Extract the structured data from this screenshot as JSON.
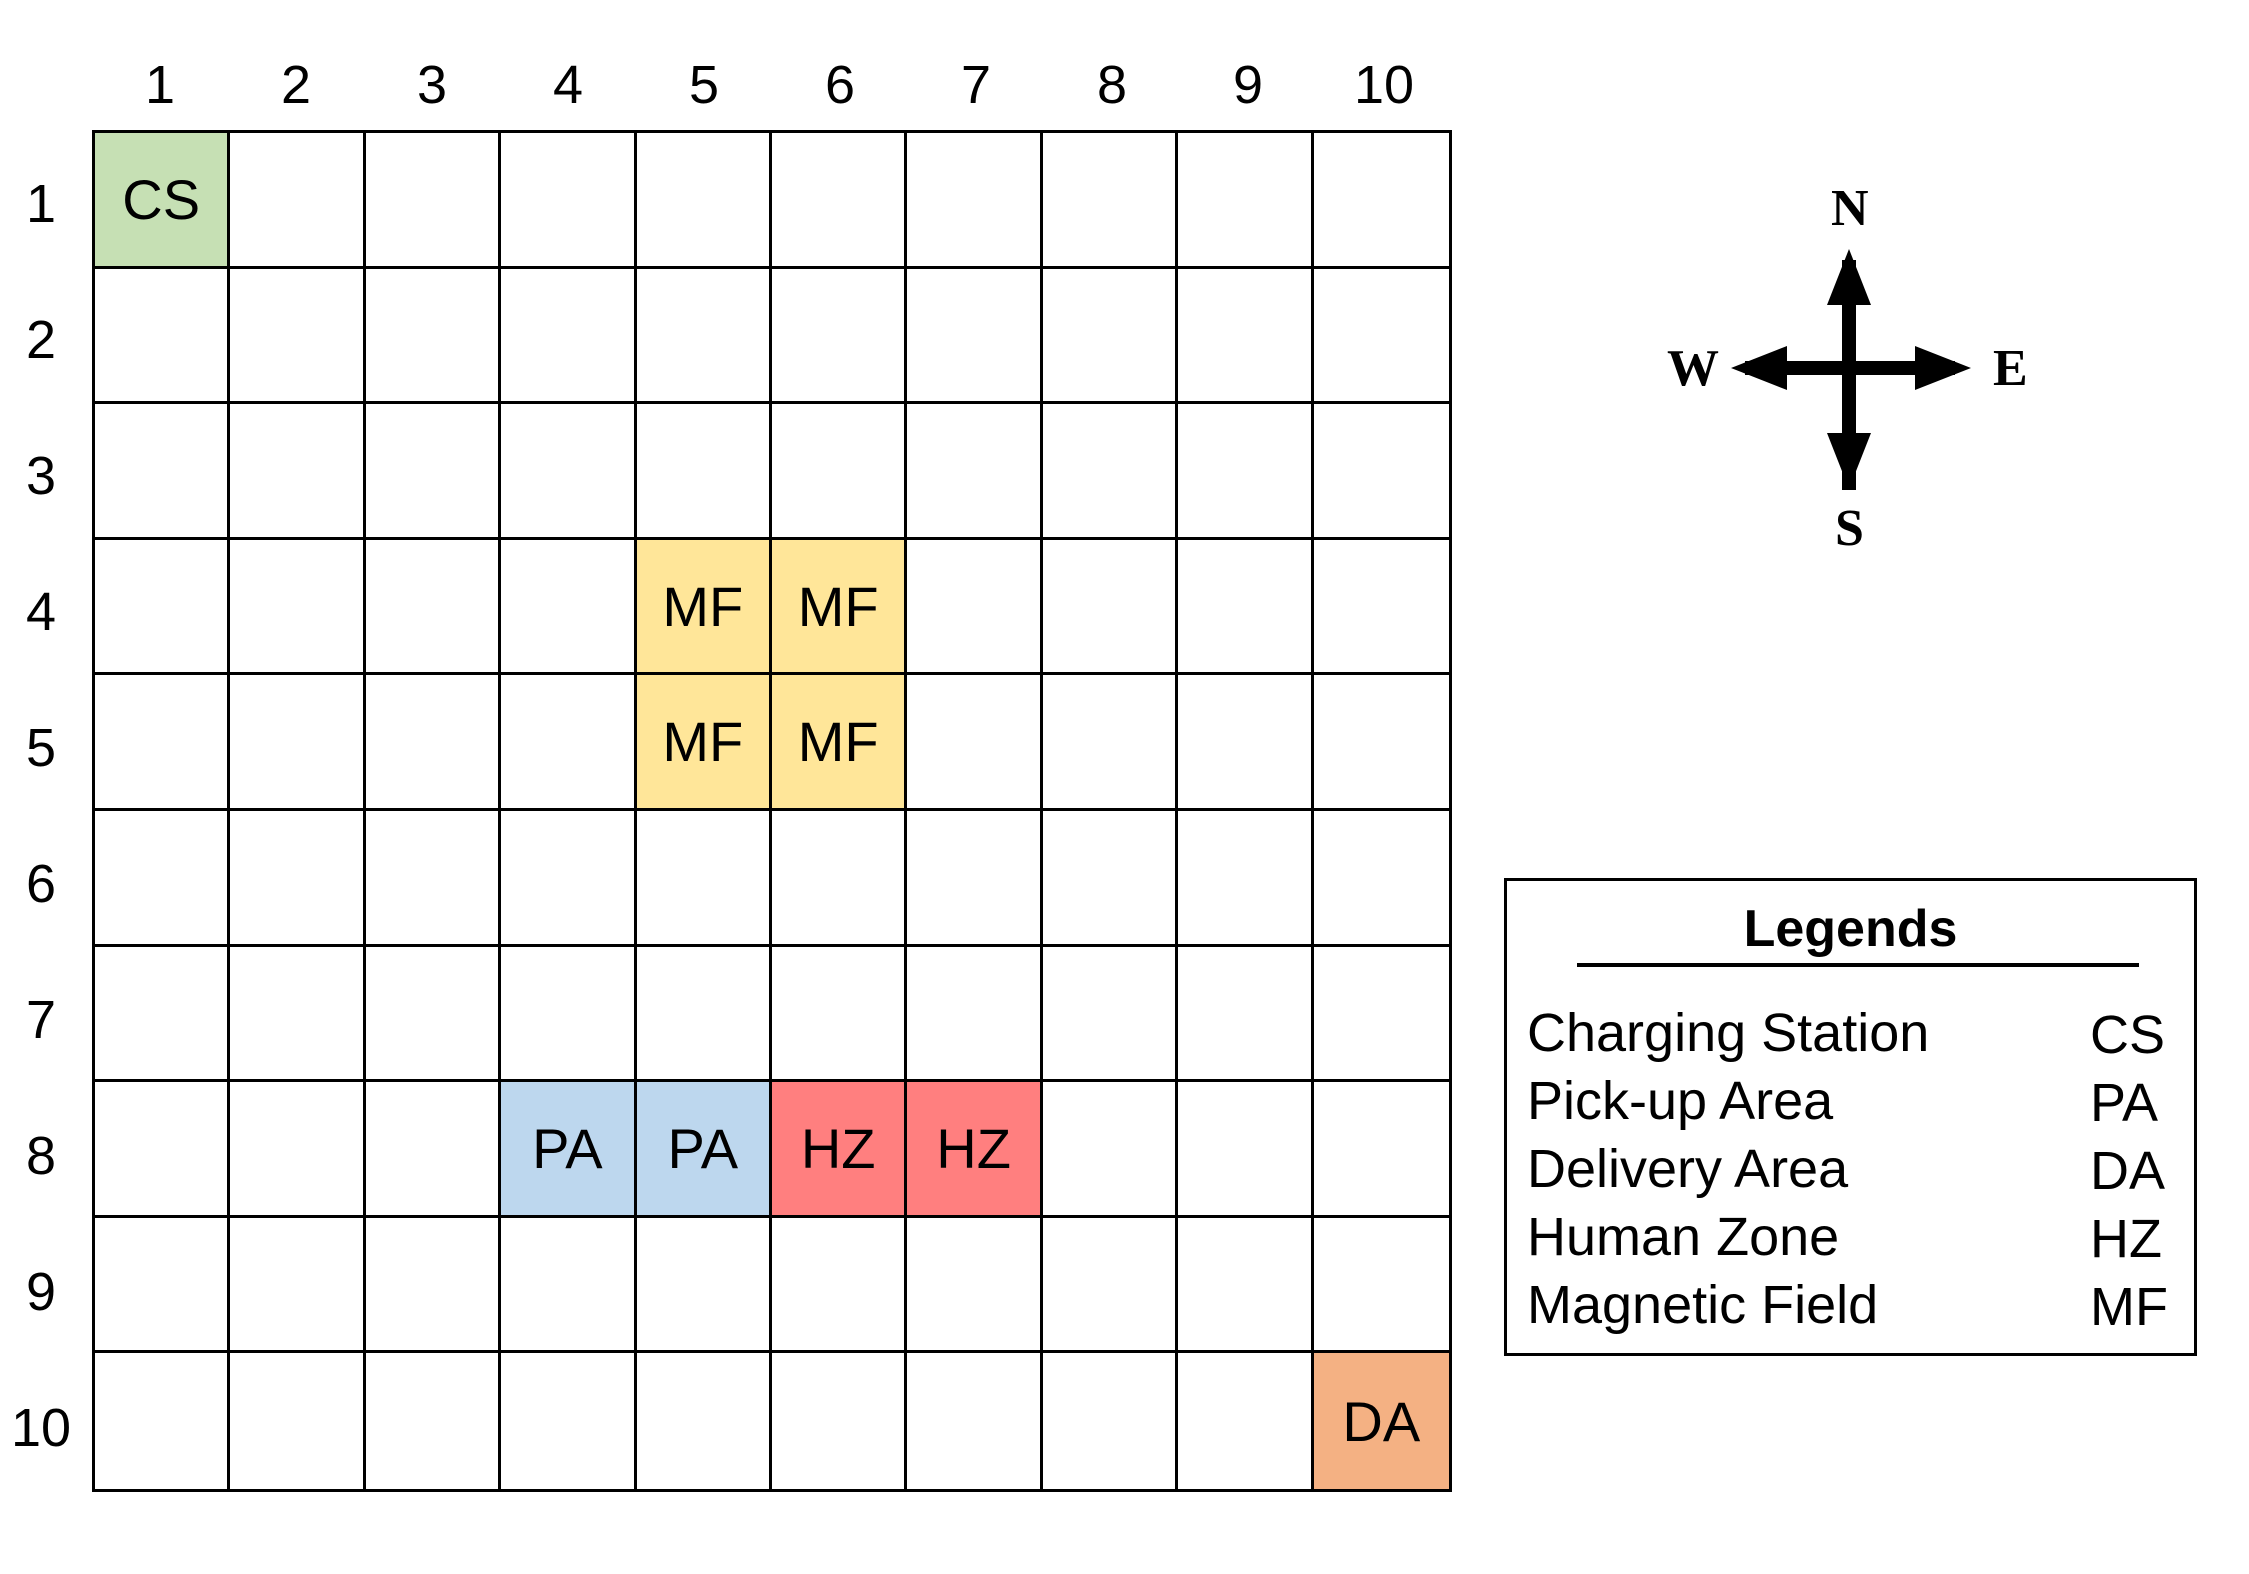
{
  "grid": {
    "columns": [
      "1",
      "2",
      "3",
      "4",
      "5",
      "6",
      "7",
      "8",
      "9",
      "10"
    ],
    "rows": [
      "1",
      "2",
      "3",
      "4",
      "5",
      "6",
      "7",
      "8",
      "9",
      "10"
    ],
    "marked_cells": [
      {
        "row": 1,
        "col": 1,
        "code": "CS",
        "color": "#c6e0b4"
      },
      {
        "row": 4,
        "col": 5,
        "code": "MF",
        "color": "#ffe699"
      },
      {
        "row": 4,
        "col": 6,
        "code": "MF",
        "color": "#ffe699"
      },
      {
        "row": 5,
        "col": 5,
        "code": "MF",
        "color": "#ffe699"
      },
      {
        "row": 5,
        "col": 6,
        "code": "MF",
        "color": "#ffe699"
      },
      {
        "row": 8,
        "col": 4,
        "code": "PA",
        "color": "#bdd7ee"
      },
      {
        "row": 8,
        "col": 5,
        "code": "PA",
        "color": "#bdd7ee"
      },
      {
        "row": 8,
        "col": 6,
        "code": "HZ",
        "color": "#ff7f7f"
      },
      {
        "row": 8,
        "col": 7,
        "code": "HZ",
        "color": "#ff7f7f"
      },
      {
        "row": 10,
        "col": 10,
        "code": "DA",
        "color": "#f4b183"
      }
    ]
  },
  "compass": {
    "north": "N",
    "south": "S",
    "east": "E",
    "west": "W"
  },
  "legend": {
    "title": "Legends",
    "items": [
      {
        "name": "Charging Station",
        "code": "CS"
      },
      {
        "name": "Pick-up Area",
        "code": "PA"
      },
      {
        "name": "Delivery Area",
        "code": "DA"
      },
      {
        "name": "Human Zone",
        "code": "HZ"
      },
      {
        "name": "Magnetic Field",
        "code": "MF"
      }
    ]
  }
}
